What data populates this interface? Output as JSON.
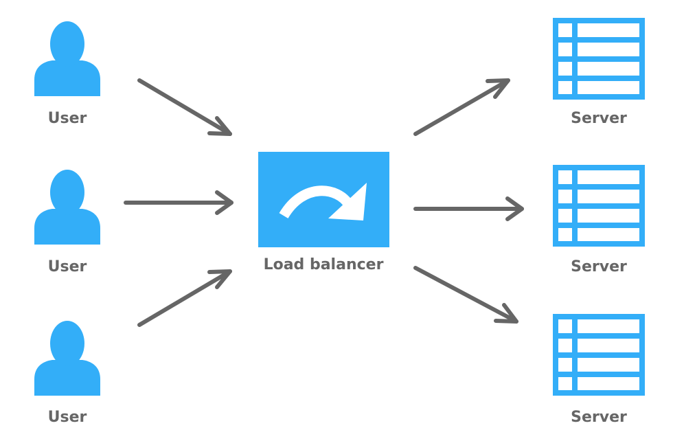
{
  "colors": {
    "accent": "#33AEF8",
    "arrow": "#666666",
    "text": "#666666"
  },
  "users": [
    {
      "label": "User",
      "icon": "user-icon"
    },
    {
      "label": "User",
      "icon": "user-icon"
    },
    {
      "label": "User",
      "icon": "user-icon"
    }
  ],
  "load_balancer": {
    "label": "Load balancer",
    "icon": "redirect-arrow-icon"
  },
  "servers": [
    {
      "label": "Server",
      "icon": "server-icon"
    },
    {
      "label": "Server",
      "icon": "server-icon"
    },
    {
      "label": "Server",
      "icon": "server-icon"
    }
  ]
}
